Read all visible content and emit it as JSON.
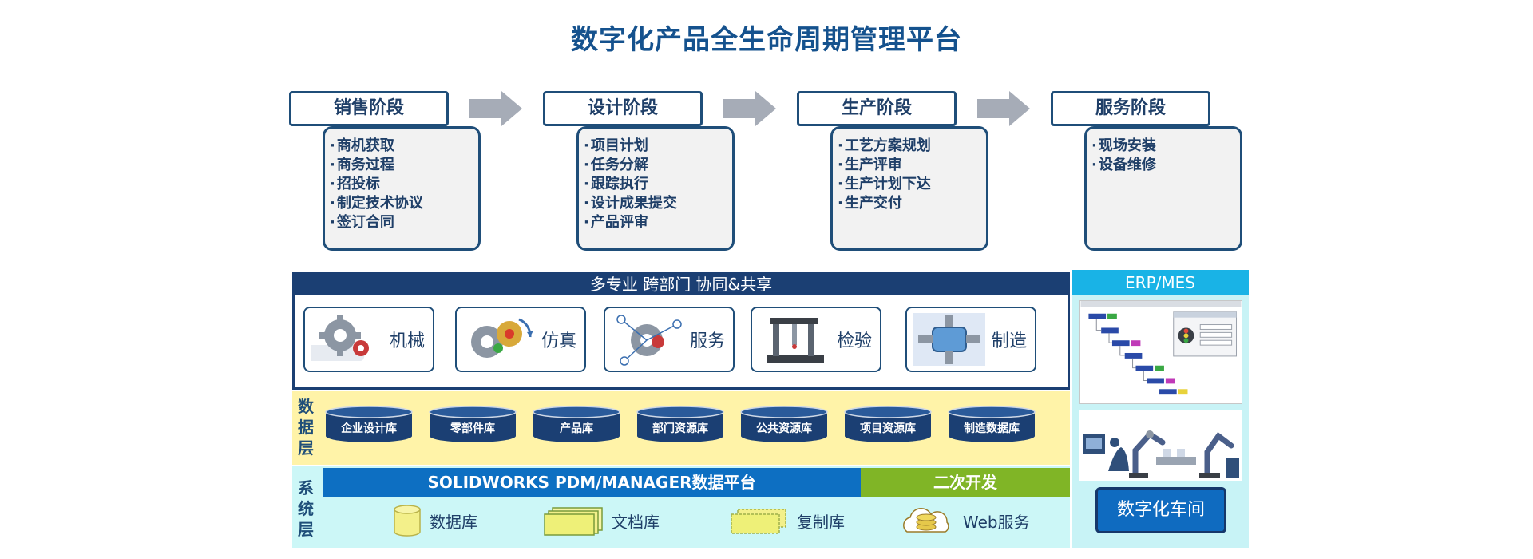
{
  "title": "数字化产品全生命周期管理平台",
  "stages": [
    {
      "label": "销售阶段",
      "items": [
        "商机获取",
        "商务过程",
        "招投标",
        "制定技术协议",
        "签订合同"
      ]
    },
    {
      "label": "设计阶段",
      "items": [
        "项目计划",
        "任务分解",
        "跟踪执行",
        "设计成果提交",
        "产品评审"
      ]
    },
    {
      "label": "生产阶段",
      "items": [
        "工艺方案规划",
        "生产评审",
        "生产计划下达",
        "生产交付"
      ]
    },
    {
      "label": "服务阶段",
      "items": [
        "现场安装",
        "设备维修"
      ]
    }
  ],
  "collab": {
    "header": "多专业 跨部门 协同&共享",
    "modules": [
      {
        "label": "机械",
        "icon": "gear-mechanical-icon"
      },
      {
        "label": "仿真",
        "icon": "gear-simulation-icon"
      },
      {
        "label": "服务",
        "icon": "gear-service-icon"
      },
      {
        "label": "检验",
        "icon": "cmm-machine-icon"
      },
      {
        "label": "制造",
        "icon": "manufacturing-part-icon"
      }
    ]
  },
  "data_layer": {
    "label": "数据层",
    "databases": [
      "企业设计库",
      "零部件库",
      "产品库",
      "部门资源库",
      "公共资源库",
      "项目资源库",
      "制造数据库"
    ]
  },
  "system_layer": {
    "label": "系统层",
    "pdm": "SOLIDWORKS PDM/MANAGER数据平台",
    "dev": "二次开发",
    "items": [
      {
        "label": "数据库",
        "icon": "database-cylinder-icon"
      },
      {
        "label": "文档库",
        "icon": "document-stack-icon"
      },
      {
        "label": "复制库",
        "icon": "replica-icon"
      },
      {
        "label": "Web服务",
        "icon": "web-cloud-icon"
      }
    ]
  },
  "erp": {
    "header": "ERP/MES",
    "workshop": "数字化车间"
  },
  "colors": {
    "title": "#15528e",
    "navy": "#1b3f73",
    "pdm_blue": "#0d6fc2",
    "dev_green": "#80b526",
    "erp_cyan": "#19b3e6",
    "data_yellow": "#fff3a8",
    "system_cyan": "#ccf7f7",
    "arrow_gray": "#a6acb7"
  }
}
